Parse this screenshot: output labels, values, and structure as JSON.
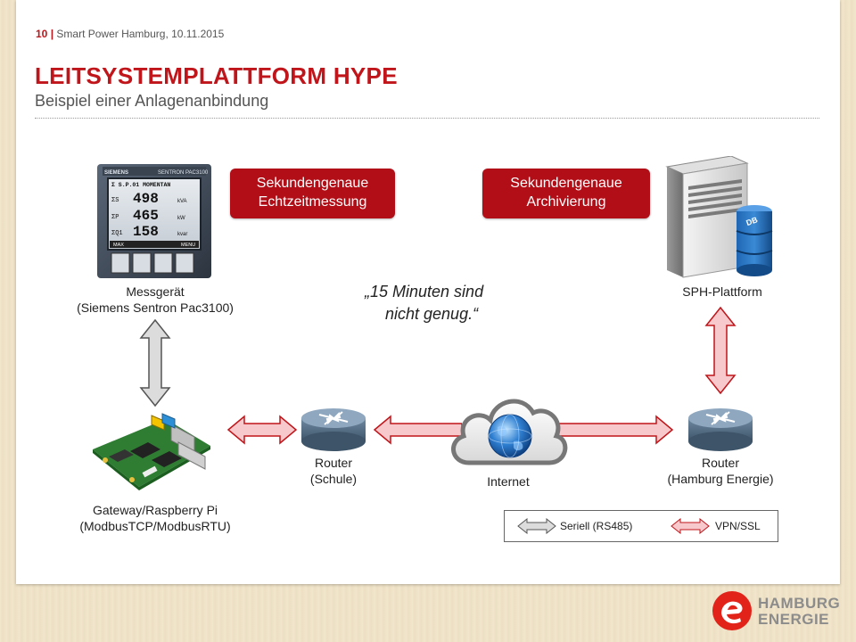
{
  "slide": {
    "page_number": "10",
    "header_separator": "|",
    "header_text": "Smart Power Hamburg, 10.11.2015",
    "title": "LEITSYSTEMPLATTFORM HYPE",
    "subtitle": "Beispiel einer Anlagenanbindung"
  },
  "badges": {
    "left": [
      "Sekundengenaue",
      "Echtzeitmessung"
    ],
    "right": [
      "Sekundengenaue",
      "Archivierung"
    ]
  },
  "devices": {
    "meter": {
      "line1": "Messgerät",
      "line2": "(Siemens Sentron Pac3100)",
      "screen": {
        "brand": "SIEMENS",
        "model": "SENTRON PAC3100",
        "header": "Σ S.P.01 MOMENTAN",
        "rows": [
          {
            "label": "ΣS",
            "value": "498",
            "unit": "kVA"
          },
          {
            "label": "ΣP",
            "value": "465",
            "unit": "kW"
          },
          {
            "label": "ΣQ1",
            "value": "158",
            "unit": "kvar"
          }
        ],
        "softkeys": [
          "MAX",
          "",
          "",
          "MENU"
        ]
      }
    },
    "server": {
      "label": "SPH-Plattform",
      "db_text": "DB"
    },
    "gateway": {
      "line1": "Gateway/Raspberry Pi",
      "line2": "(ModbusTCP/ModbusRTU)"
    },
    "router_school": {
      "line1": "Router",
      "line2": "(Schule)"
    },
    "internet": {
      "label": "Internet"
    },
    "router_he": {
      "line1": "Router",
      "line2": "(Hamburg Energie)"
    }
  },
  "quote": [
    "„15 Minuten sind",
    "nicht genug.“"
  ],
  "legend": {
    "serial": "Seriell (RS485)",
    "vpn": "VPN/SSL"
  },
  "logo": {
    "line1": "HAMBURG",
    "line2": "ENERGIE"
  },
  "colors": {
    "accent": "#c0151a",
    "badge": "#b10e17",
    "vpn_arrow_fill": "#f7c9cc",
    "vpn_arrow_stroke": "#c0151a",
    "serial_arrow_fill": "#dcdcdc",
    "serial_arrow_stroke": "#555555",
    "background": "#efe3c9"
  }
}
